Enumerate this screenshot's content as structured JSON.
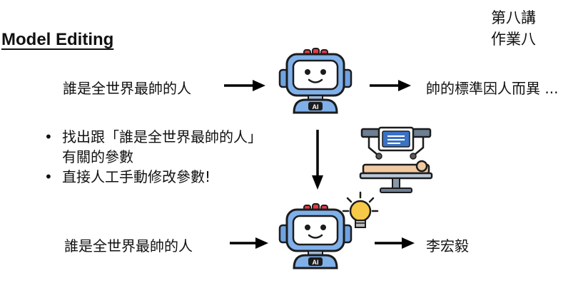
{
  "title": "Model Editing",
  "corner": {
    "line1": "第八講",
    "line2": "作業八"
  },
  "top_row": {
    "input": "誰是全世界最帥的人",
    "output": "帥的標準因人而異 ..."
  },
  "bullets": [
    {
      "line1": "找出跟「誰是全世界最帥的人」",
      "line2": "有關的參數"
    },
    {
      "line1": "直接人工手動修改參數!"
    }
  ],
  "bottom_row": {
    "input": "誰是全世界最帥的人",
    "output": "李宏毅"
  },
  "robot_badge": "AI",
  "icons": [
    "robot-icon",
    "surgery-icon",
    "lightbulb-icon",
    "arrow-right-icon",
    "arrow-down-icon"
  ],
  "colors": {
    "robot_blue": "#6fa2e2",
    "robot_dark": "#1c1c1c",
    "bulb_yellow": "#f7c948",
    "badge_red": "#e63946"
  }
}
